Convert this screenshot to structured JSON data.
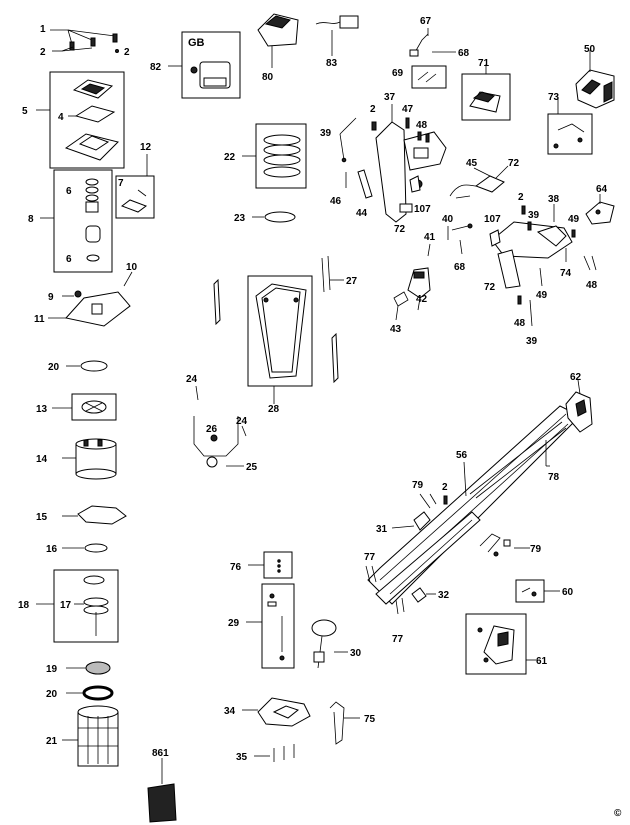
{
  "callouts": [
    {
      "id": "c1",
      "text": "1"
    },
    {
      "id": "c2a",
      "text": "2"
    },
    {
      "id": "c2b",
      "text": "2"
    },
    {
      "id": "c5",
      "text": "5"
    },
    {
      "id": "c4",
      "text": "4"
    },
    {
      "id": "c12",
      "text": "12"
    },
    {
      "id": "c7",
      "text": "7"
    },
    {
      "id": "c8",
      "text": "8"
    },
    {
      "id": "c6a",
      "text": "6"
    },
    {
      "id": "c6b",
      "text": "6"
    },
    {
      "id": "c10",
      "text": "10"
    },
    {
      "id": "c9",
      "text": "9"
    },
    {
      "id": "c11",
      "text": "11"
    },
    {
      "id": "c20a",
      "text": "20"
    },
    {
      "id": "c13",
      "text": "13"
    },
    {
      "id": "c14",
      "text": "14"
    },
    {
      "id": "c15",
      "text": "15"
    },
    {
      "id": "c16",
      "text": "16"
    },
    {
      "id": "c18",
      "text": "18"
    },
    {
      "id": "c17",
      "text": "17"
    },
    {
      "id": "c19",
      "text": "19"
    },
    {
      "id": "c20b",
      "text": "20"
    },
    {
      "id": "c21",
      "text": "21"
    },
    {
      "id": "c861",
      "text": "861"
    },
    {
      "id": "c82",
      "text": "82"
    },
    {
      "id": "cgb",
      "text": "GB"
    },
    {
      "id": "c80",
      "text": "80"
    },
    {
      "id": "c83",
      "text": "83"
    },
    {
      "id": "c22",
      "text": "22"
    },
    {
      "id": "c23",
      "text": "23"
    },
    {
      "id": "c27",
      "text": "27"
    },
    {
      "id": "c28",
      "text": "28"
    },
    {
      "id": "c24a",
      "text": "24"
    },
    {
      "id": "c24b",
      "text": "24"
    },
    {
      "id": "c26",
      "text": "26"
    },
    {
      "id": "c25",
      "text": "25"
    },
    {
      "id": "c67",
      "text": "67"
    },
    {
      "id": "c68a",
      "text": "68"
    },
    {
      "id": "c69",
      "text": "69"
    },
    {
      "id": "c71",
      "text": "71"
    },
    {
      "id": "c50",
      "text": "50"
    },
    {
      "id": "c73",
      "text": "73"
    },
    {
      "id": "c39a",
      "text": "39"
    },
    {
      "id": "c2c",
      "text": "2"
    },
    {
      "id": "c47",
      "text": "47"
    },
    {
      "id": "c37",
      "text": "37"
    },
    {
      "id": "c48a",
      "text": "48"
    },
    {
      "id": "c45",
      "text": "45"
    },
    {
      "id": "c72a",
      "text": "72"
    },
    {
      "id": "c64",
      "text": "64"
    },
    {
      "id": "c46",
      "text": "46"
    },
    {
      "id": "c44",
      "text": "44"
    },
    {
      "id": "c107a",
      "text": "107"
    },
    {
      "id": "c72b",
      "text": "72"
    },
    {
      "id": "c2d",
      "text": "2"
    },
    {
      "id": "c38",
      "text": "38"
    },
    {
      "id": "c40",
      "text": "40"
    },
    {
      "id": "c107b",
      "text": "107"
    },
    {
      "id": "c39b",
      "text": "39"
    },
    {
      "id": "c49a",
      "text": "49"
    },
    {
      "id": "c41",
      "text": "41"
    },
    {
      "id": "c68b",
      "text": "68"
    },
    {
      "id": "c74",
      "text": "74"
    },
    {
      "id": "c48b",
      "text": "48"
    },
    {
      "id": "c72c",
      "text": "72"
    },
    {
      "id": "c49b",
      "text": "49"
    },
    {
      "id": "c42",
      "text": "42"
    },
    {
      "id": "c43",
      "text": "43"
    },
    {
      "id": "c48c",
      "text": "48"
    },
    {
      "id": "c39c",
      "text": "39"
    },
    {
      "id": "c62",
      "text": "62"
    },
    {
      "id": "c56",
      "text": "56"
    },
    {
      "id": "c78",
      "text": "78"
    },
    {
      "id": "c79a",
      "text": "79"
    },
    {
      "id": "c2e",
      "text": "2"
    },
    {
      "id": "c31",
      "text": "31"
    },
    {
      "id": "c79b",
      "text": "79"
    },
    {
      "id": "c77a",
      "text": "77"
    },
    {
      "id": "c32",
      "text": "32"
    },
    {
      "id": "c60",
      "text": "60"
    },
    {
      "id": "c77b",
      "text": "77"
    },
    {
      "id": "c61",
      "text": "61"
    },
    {
      "id": "c76",
      "text": "76"
    },
    {
      "id": "c29",
      "text": "29"
    },
    {
      "id": "c30",
      "text": "30"
    },
    {
      "id": "c34",
      "text": "34"
    },
    {
      "id": "c75",
      "text": "75"
    },
    {
      "id": "c35",
      "text": "35"
    },
    {
      "id": "copyright",
      "text": "©"
    }
  ]
}
